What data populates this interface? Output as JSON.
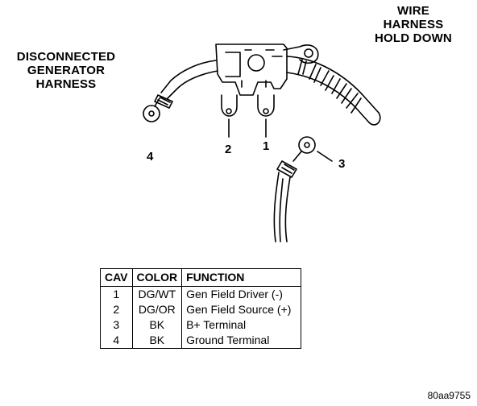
{
  "labels": {
    "disconnected": "DISCONNECTED\nGENERATOR\nHARNESS",
    "hold_down": "WIRE\nHARNESS\nHOLD DOWN"
  },
  "pins": [
    "4",
    "2",
    "1",
    "3"
  ],
  "table": {
    "headers": [
      "CAV",
      "COLOR",
      "FUNCTION"
    ],
    "rows": [
      {
        "cav": "1",
        "color": "DG/WT",
        "function": "Gen Field Driver (-)"
      },
      {
        "cav": "2",
        "color": "DG/OR",
        "function": "Gen Field Source (+)"
      },
      {
        "cav": "3",
        "color": "BK",
        "function": "B+ Terminal"
      },
      {
        "cav": "4",
        "color": "BK",
        "function": "Ground Terminal"
      }
    ]
  },
  "figure_code": "80aa9755"
}
